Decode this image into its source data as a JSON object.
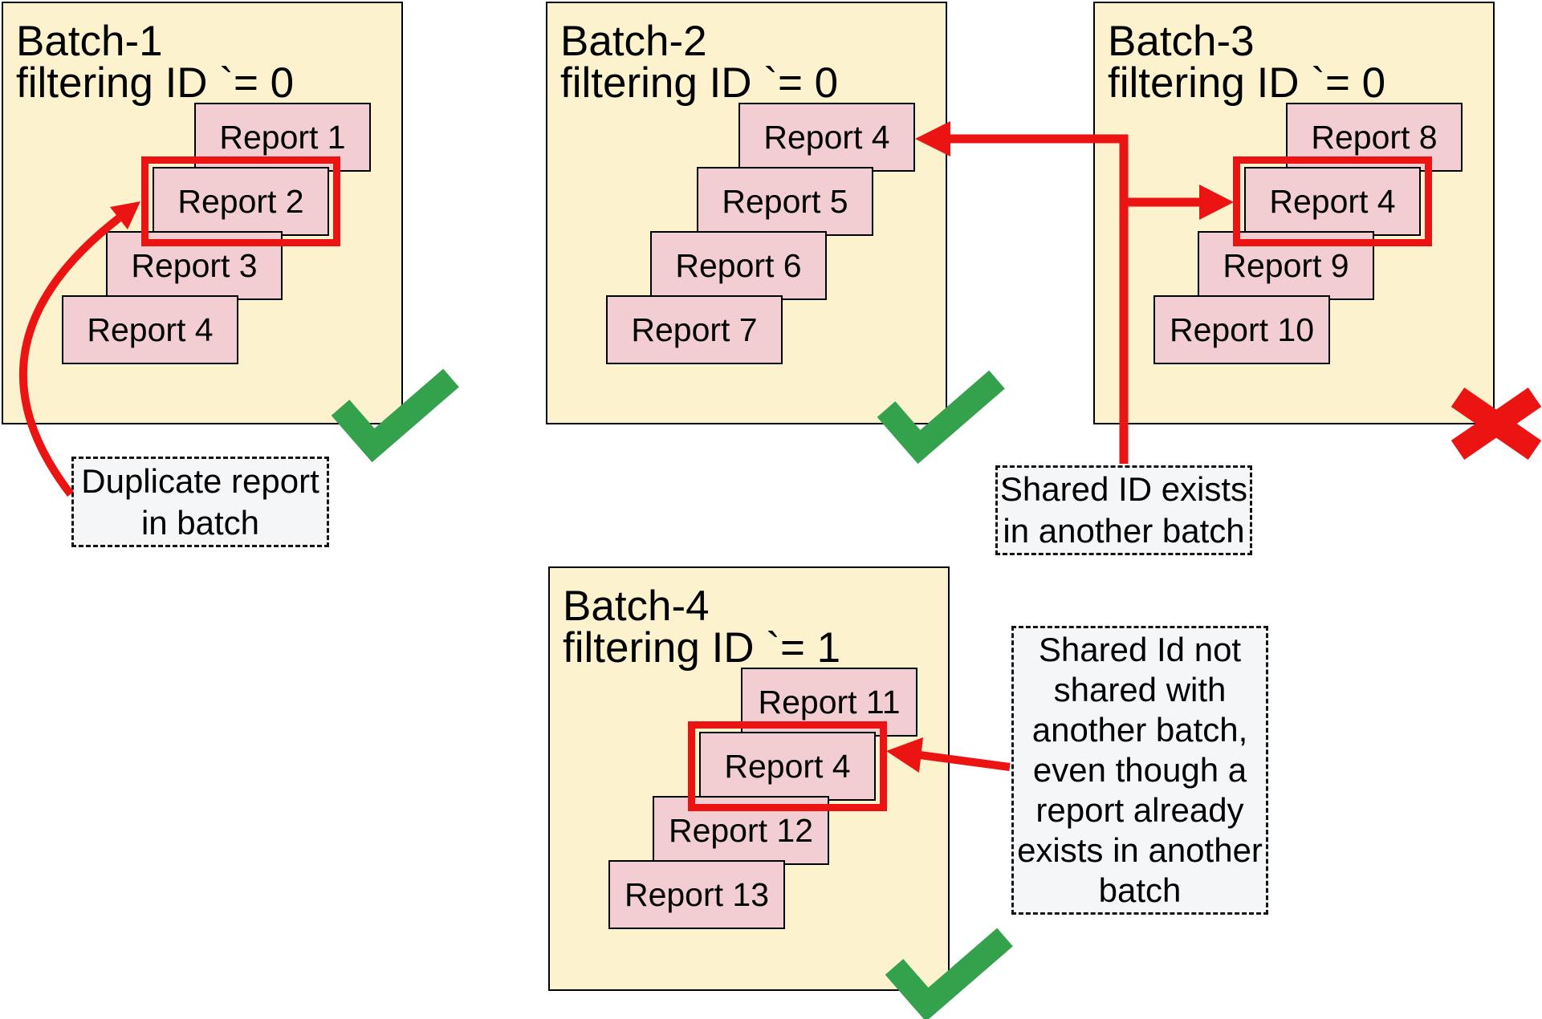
{
  "colors": {
    "batch-bg": "#fdf2ce",
    "batch-border": "#000000",
    "report-bg": "#f2ced2",
    "report-border": "#000000",
    "red": "#ec1313",
    "green": "#34a24d",
    "note-bg": "#f5f6f8",
    "note-border": "#141414",
    "text": "#000000"
  },
  "batches": [
    {
      "title": "Batch-1",
      "subtitle": "filtering ID `= 0",
      "status": "valid",
      "reports": [
        {
          "label": "Report 1",
          "highlighted": false
        },
        {
          "label": "Report 2",
          "highlighted": true
        },
        {
          "label": "Report 3",
          "highlighted": false
        },
        {
          "label": "Report 4",
          "highlighted": false
        }
      ]
    },
    {
      "title": "Batch-2",
      "subtitle": "filtering ID `= 0",
      "status": "valid",
      "reports": [
        {
          "label": "Report 4",
          "highlighted": false
        },
        {
          "label": "Report 5",
          "highlighted": false
        },
        {
          "label": "Report 6",
          "highlighted": false
        },
        {
          "label": "Report 7",
          "highlighted": false
        }
      ]
    },
    {
      "title": "Batch-3",
      "subtitle": "filtering ID `= 0",
      "status": "invalid",
      "reports": [
        {
          "label": "Report 8",
          "highlighted": false
        },
        {
          "label": "Report 4",
          "highlighted": true
        },
        {
          "label": "Report 9",
          "highlighted": false
        },
        {
          "label": "Report 10",
          "highlighted": false
        }
      ]
    },
    {
      "title": "Batch-4",
      "subtitle": "filtering ID `= 1",
      "status": "valid",
      "reports": [
        {
          "label": "Report 11",
          "highlighted": false
        },
        {
          "label": "Report 4",
          "highlighted": true
        },
        {
          "label": "Report 12",
          "highlighted": false
        },
        {
          "label": "Report 13",
          "highlighted": false
        }
      ]
    }
  ],
  "annotations": [
    {
      "id": "duplicate-report-note",
      "text": "Duplicate report in batch",
      "lines": [
        "Duplicate report",
        "in batch"
      ]
    },
    {
      "id": "shared-id-exists-note",
      "text": "Shared ID exists in another batch",
      "lines": [
        "Shared ID exists",
        "in another batch"
      ]
    },
    {
      "id": "shared-id-not-shared-note",
      "text": "Shared Id not shared with another batch, even though a report already exists in another batch",
      "lines": [
        "Shared Id not",
        "shared with",
        "another batch,",
        "even though a",
        "report already",
        "exists in another",
        "batch"
      ]
    }
  ],
  "icons": {
    "valid": "green-checkmark",
    "invalid": "red-x-mark"
  }
}
